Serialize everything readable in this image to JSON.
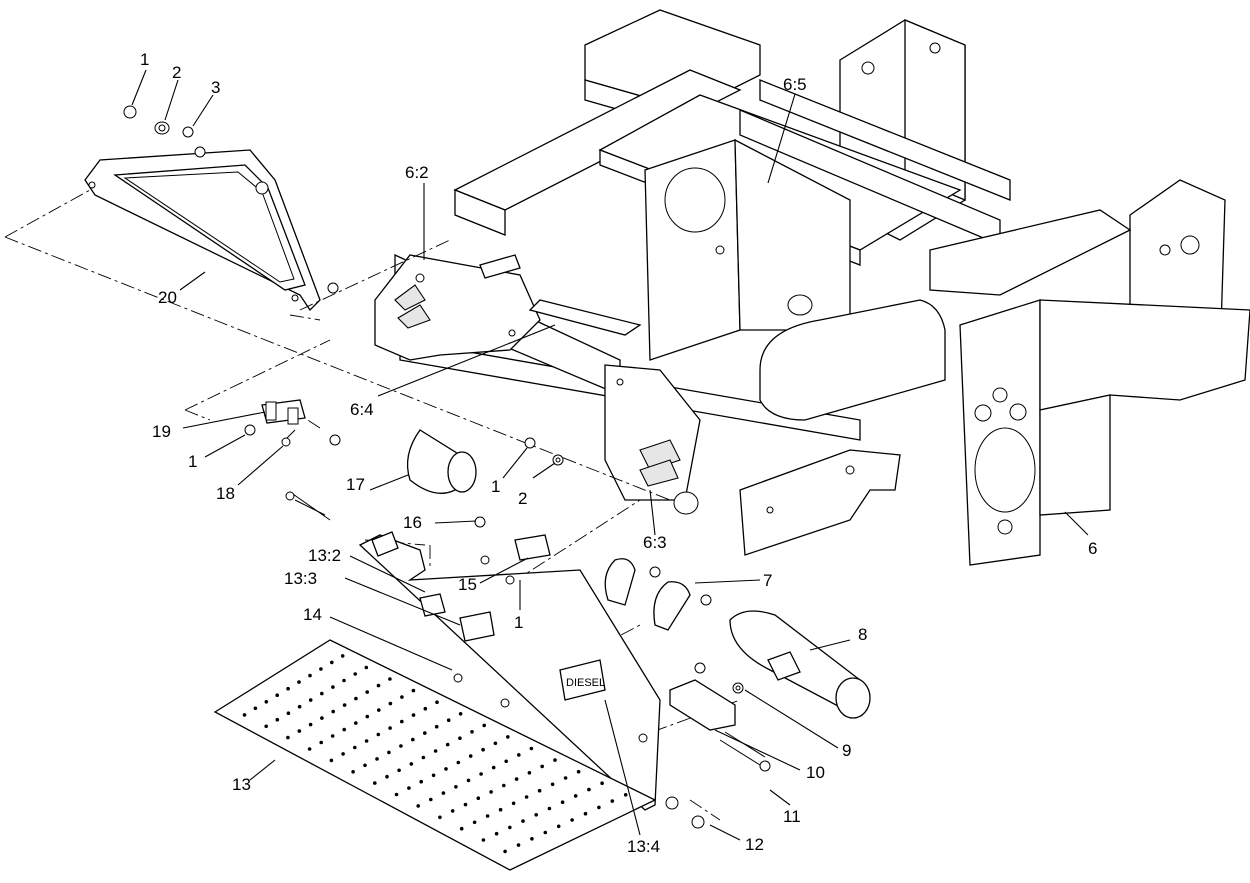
{
  "diagram": {
    "callouts": {
      "c1a": "1",
      "c2a": "2",
      "c3": "3",
      "c6_5": "6:5",
      "c6_2": "6:2",
      "c20": "20",
      "c6_4": "6:4",
      "c19": "19",
      "c1b": "1",
      "c18": "18",
      "c17": "17",
      "c1c": "1",
      "c2b": "2",
      "c16": "16",
      "c6_3": "6:3",
      "c6": "6",
      "c13_2": "13:2",
      "c13_3": "13:3",
      "c15": "15",
      "c1d": "1",
      "c7": "7",
      "c14": "14",
      "c8": "8",
      "c9": "9",
      "c10": "10",
      "c11": "11",
      "c13": "13",
      "c13_4": "13:4",
      "c12": "12"
    },
    "decal_text": "DIESEL"
  }
}
